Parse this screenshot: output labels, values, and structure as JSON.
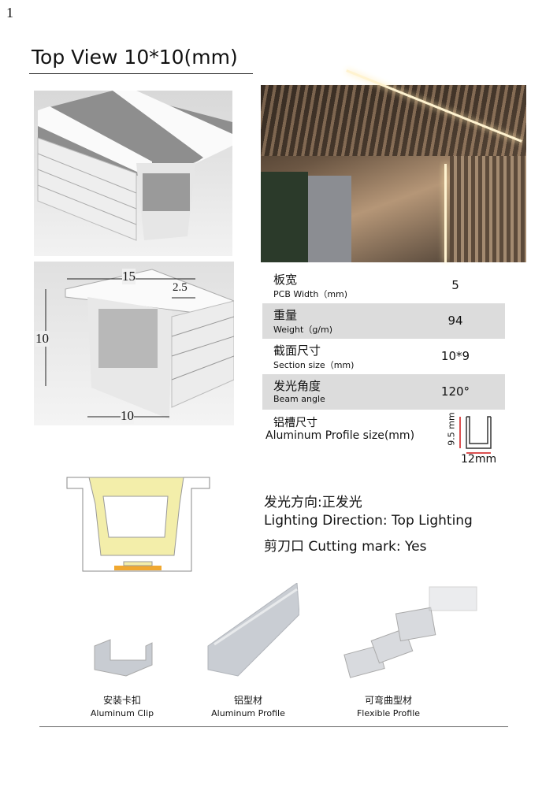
{
  "page_number": "1",
  "title": "Top View  10*10(mm)",
  "dimensions": {
    "width": "15",
    "flange": "2.5",
    "height": "10",
    "base": "10"
  },
  "specs": [
    {
      "cn": "板宽",
      "en": "PCB Width（mm)",
      "value": "5"
    },
    {
      "cn": "重量",
      "en": "Weight（g/m)",
      "value": "94"
    },
    {
      "cn": "截面尺寸",
      "en": "Section size（mm)",
      "value": "10*9"
    },
    {
      "cn": "发光角度",
      "en": "Beam angle",
      "value": "120°"
    }
  ],
  "aluminum": {
    "cn": "铝槽尺寸",
    "en": "Aluminum Profile size(mm)",
    "height": "9.5 mm",
    "width": "12mm"
  },
  "features": [
    "发光方向:正发光",
    "Lighting Direction: Top Lighting",
    "剪刀口  Cutting mark: Yes"
  ],
  "products": [
    {
      "cn": "安装卡扣",
      "en": "Aluminum Clip"
    },
    {
      "cn": "铝型材",
      "en": "Aluminum Profile"
    },
    {
      "cn": "可弯曲型材",
      "en": "Flexible Profile"
    }
  ],
  "colors": {
    "row_gray": "#dcdcdc",
    "glow": "#f3eeaa",
    "pcb": "#f0a830",
    "dim_red": "#d01818"
  }
}
